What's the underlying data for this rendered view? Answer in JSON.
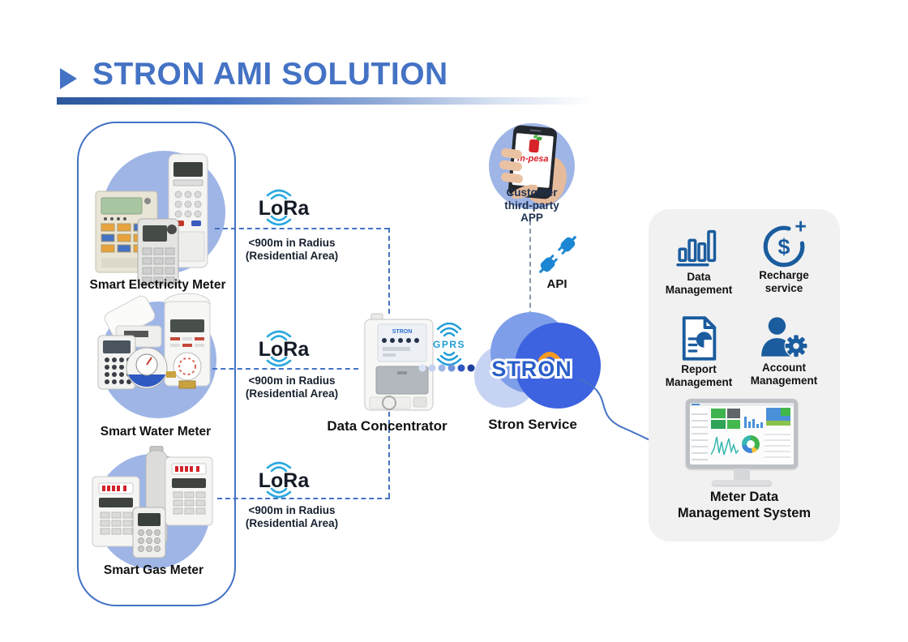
{
  "title": "STRON AMI SOLUTION",
  "meters": [
    {
      "label": "Smart Electricity Meter"
    },
    {
      "label": "Smart Water Meter"
    },
    {
      "label": "Smart Gas Meter"
    }
  ],
  "lora": {
    "brand": "LoRa",
    "range_line1": "<900m in Radius",
    "range_line2": "(Residential Area)"
  },
  "concentrator": {
    "label": "Data Concentrator",
    "device_brand": "STRON"
  },
  "gprs": {
    "label": "GPRS"
  },
  "cloud": {
    "brand": "STRON",
    "label": "Stron Service"
  },
  "app": {
    "label_line1": "Customer",
    "label_line2": "third-party",
    "label_line3": "APP",
    "screen_brand": "m-pesa"
  },
  "api": {
    "label": "API"
  },
  "services": {
    "items": [
      {
        "line1": "Data",
        "line2": "Management"
      },
      {
        "line1": "Recharge",
        "line2": "service"
      },
      {
        "line1": "Report",
        "line2": "Management"
      },
      {
        "line1": "Account",
        "line2": "Management"
      }
    ],
    "recharge_currency": "$",
    "recharge_plus": "+",
    "mdms_line1": "Meter Data",
    "mdms_line2": "Management System"
  },
  "colors": {
    "accent_blue": "#4472C4",
    "icon_blue": "#1A5C9E",
    "lora_cyan": "#29A8DF",
    "gprs_blue": "#1F9CD8",
    "api_blue": "#1B87D4",
    "cloud_dark": "#3E63E0",
    "circle_blue": "#9EB5E6",
    "mpesa_red": "#D8232A",
    "panel_gray": "#F1F1F2"
  }
}
